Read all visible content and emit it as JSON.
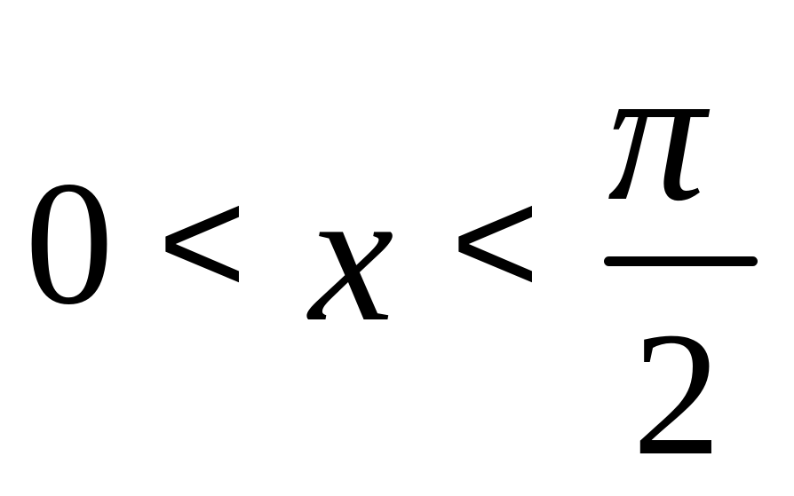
{
  "expression": {
    "left_value": "0",
    "relation_1": "<",
    "variable": "x",
    "relation_2": "<",
    "upper_bound": {
      "numerator": "π",
      "denominator": "2"
    }
  }
}
